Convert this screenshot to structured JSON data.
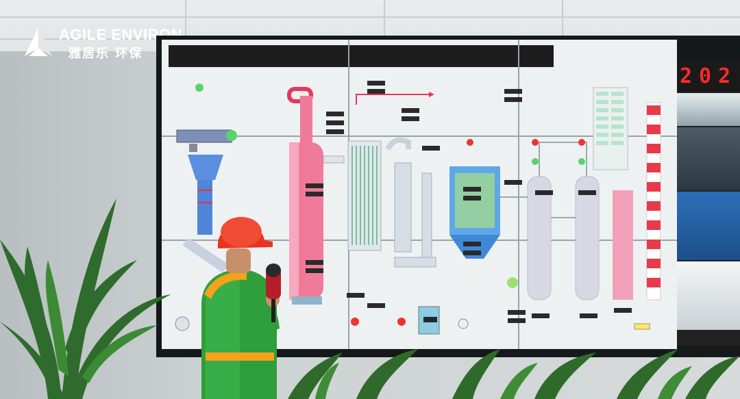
{
  "logo": {
    "name_en": "AGILE ENVIRON",
    "name_cn": "雅居乐 环保",
    "colors": {
      "text": "#ffffff"
    }
  },
  "video_wall": {
    "ticker": "202",
    "colors": {
      "accent": "#e8365c",
      "vessel": "#f07a9a",
      "tower": "#d8d8e4",
      "stack_stripe": "#e83a4a",
      "panel": "#16191b"
    }
  },
  "scene": {
    "person": {
      "helmet_color": "#e83322",
      "vest_color": "#2f9e3c",
      "stripe_color": "#f4a21a"
    }
  }
}
